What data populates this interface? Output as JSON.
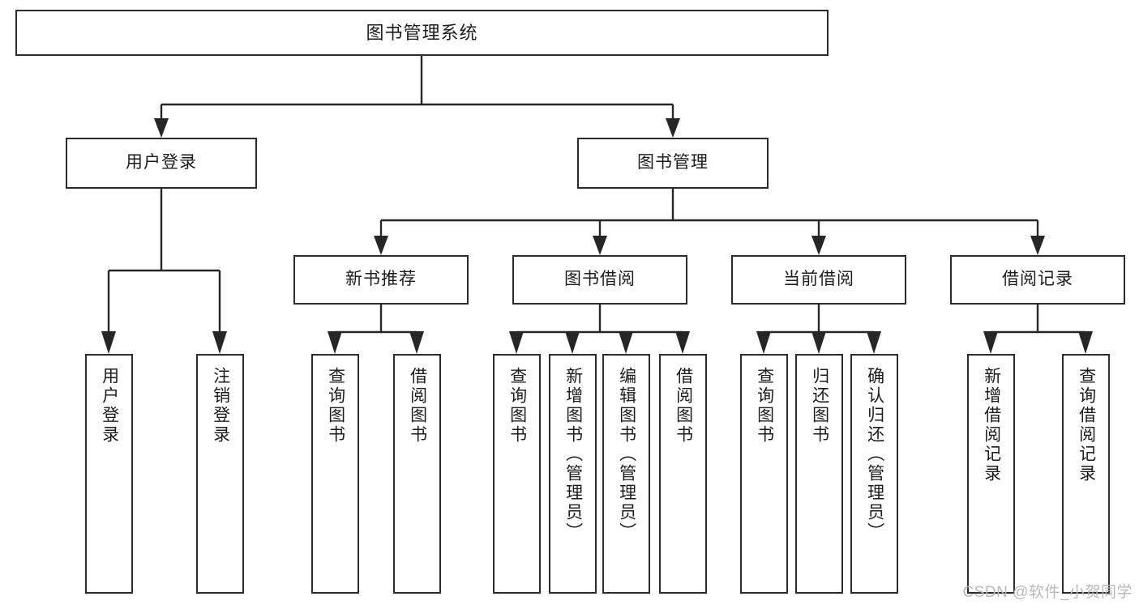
{
  "diagram": {
    "title": "图书管理系统",
    "type": "tree",
    "colors": {
      "box_border": "#2b2b2b",
      "connector": "#262626",
      "text": "#1c1c1c",
      "background": "#ffffff",
      "watermark": "#b9b9b9"
    },
    "root": {
      "label": "图书管理系统"
    },
    "level2": [
      {
        "label": "用户登录"
      },
      {
        "label": "图书管理"
      }
    ],
    "level3": [
      {
        "label": "新书推荐"
      },
      {
        "label": "图书借阅"
      },
      {
        "label": "当前借阅"
      },
      {
        "label": "借阅记录"
      }
    ],
    "leaves": {
      "user_login": [
        {
          "label": "用户登录"
        },
        {
          "label": "注销登录"
        }
      ],
      "new_book": [
        {
          "label": "查询图书"
        },
        {
          "label": "借阅图书"
        }
      ],
      "borrow_book": [
        {
          "label": "查询图书"
        },
        {
          "label": "新增图书（管理员）"
        },
        {
          "label": "编辑图书（管理员）"
        },
        {
          "label": "借阅图书"
        }
      ],
      "current_borrow": [
        {
          "label": "查询图书"
        },
        {
          "label": "归还图书"
        },
        {
          "label": "确认归还（管理员）"
        }
      ],
      "borrow_record": [
        {
          "label": "新增借阅记录"
        },
        {
          "label": "查询借阅记录"
        }
      ]
    }
  },
  "watermark": {
    "text": "CSDN @软件_小贺同学"
  }
}
